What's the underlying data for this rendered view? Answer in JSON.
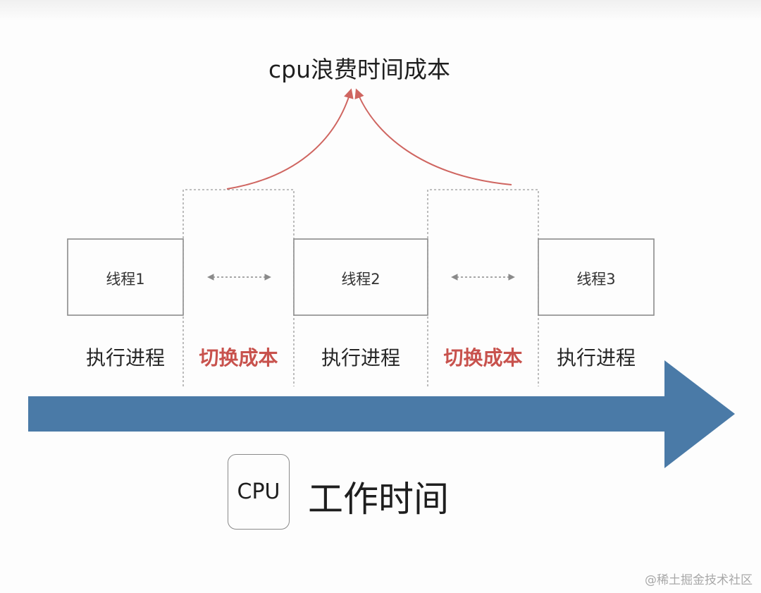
{
  "title": "cpu浪费时间成本",
  "threads": [
    {
      "label": "线程1"
    },
    {
      "label": "线程2"
    },
    {
      "label": "线程3"
    }
  ],
  "phases": [
    {
      "label": "执行进程",
      "kind": "exec"
    },
    {
      "label": "切换成本",
      "kind": "switch"
    },
    {
      "label": "执行进程",
      "kind": "exec"
    },
    {
      "label": "切换成本",
      "kind": "switch"
    },
    {
      "label": "执行进程",
      "kind": "exec"
    }
  ],
  "cpu_chip": "CPU",
  "axis_label": "工作时间",
  "watermark": "@稀土掘金技术社区",
  "colors": {
    "arrow": "#4a7aa7",
    "switch_text": "#c8524d",
    "curve": "#cf6560",
    "box_border": "#8c8c8c",
    "dashed": "#9a9a9a"
  }
}
